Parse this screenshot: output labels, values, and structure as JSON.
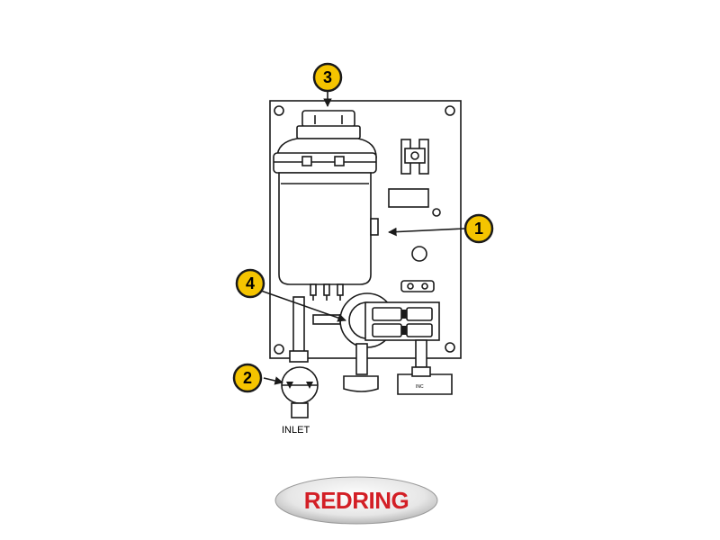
{
  "diagram": {
    "callouts": [
      {
        "id": "1",
        "label": "1"
      },
      {
        "id": "2",
        "label": "2"
      },
      {
        "id": "3",
        "label": "3"
      },
      {
        "id": "4",
        "label": "4"
      }
    ],
    "inlet_label": "INLET",
    "valve_marking": "INC"
  },
  "brand": {
    "name": "REDRING",
    "colors": {
      "text": "#d31f26",
      "badge": "#e8e8e8",
      "callout": "#f5c400"
    }
  }
}
